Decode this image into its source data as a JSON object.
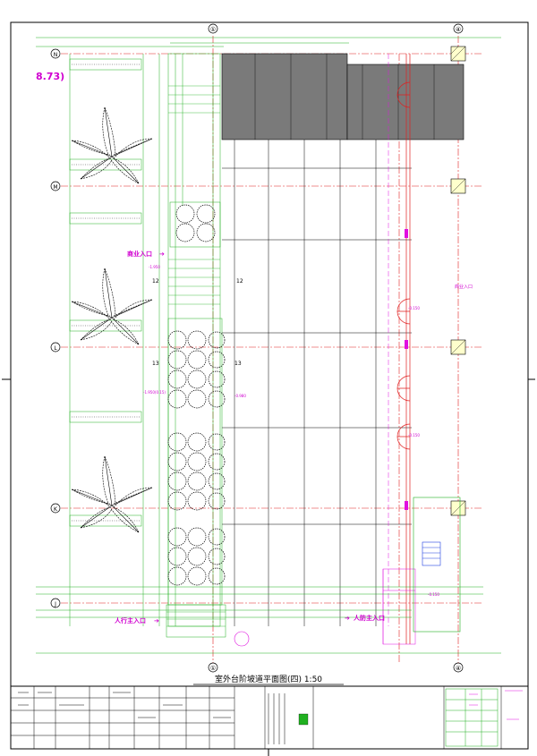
{
  "drawing": {
    "title": "室外台阶坡道平面图(四) 1:50",
    "elevation_tag": "8.73)",
    "axes_top": [
      "①",
      "④"
    ],
    "axes_bottom": [
      "①",
      "④"
    ],
    "axes_left": [
      "N",
      "M",
      "L",
      "K",
      "J"
    ],
    "labels": {
      "commercial_entrance": "商业入口",
      "commercial_entrance_right": "商业入口",
      "pedestrian_main_entrance": "人行主入口",
      "main_entrance_right": "人防主入口",
      "step_count_a": "12",
      "step_count_b": "12",
      "step_count_c": "13",
      "step_count_d": "13",
      "level_a": "-1.950",
      "level_b": "-1.950(0.15)",
      "level_c": "-0.980",
      "level_d": "-0.150",
      "level_e": "-0.150",
      "level_f": "-0.150"
    },
    "colors": {
      "frame": "#000000",
      "grid_red": "#e02020",
      "green": "#20b020",
      "magenta": "#e010e0",
      "blue": "#2040e0",
      "hatch": "#808080",
      "label_magenta": "#d000d0"
    }
  },
  "title_block": {
    "left_cells": [
      "",
      "",
      "",
      "",
      "",
      ""
    ],
    "stamp": ""
  }
}
